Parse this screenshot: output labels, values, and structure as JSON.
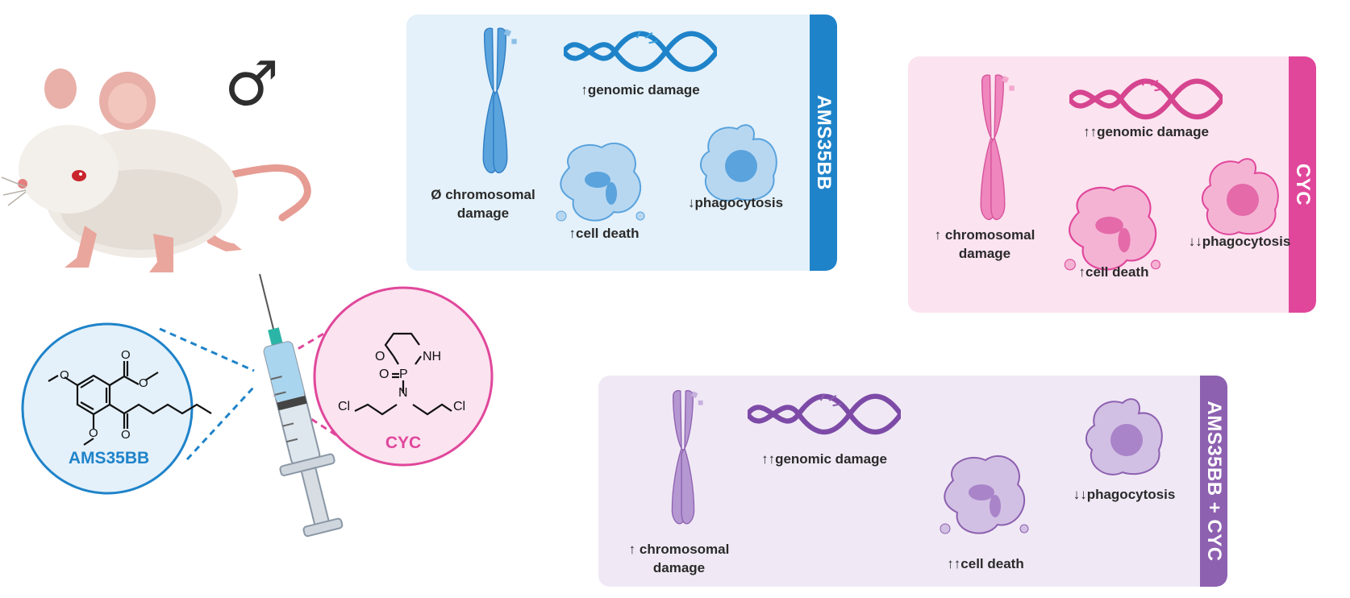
{
  "colors": {
    "blue_accent": "#1f83c9",
    "blue_bg": "#e4f1fa",
    "pink_accent": "#e0479b",
    "pink_bg": "#fbe3ef",
    "purple_accent": "#8d60b0",
    "purple_bg": "#f0e9f5"
  },
  "subject": {
    "sex_symbol": "♂",
    "icon": "mouse-icon"
  },
  "compounds": {
    "ams35bb": {
      "name": "AMS35BB",
      "structure_icon": "ams35bb-structure-icon"
    },
    "cyc": {
      "name": "CYC",
      "atoms": {
        "o_ring": "O",
        "nh": "NH",
        "o_double": "O",
        "p": "P",
        "n": "N",
        "cl_left": "Cl",
        "cl_right": "Cl"
      }
    }
  },
  "panels": {
    "ams35bb": {
      "title": "AMS35BB",
      "genomic": "↑genomic damage",
      "chromosomal": "Ø chromosomal damage",
      "cell_death": "↑cell death",
      "phagocytosis": "↓phagocytosis"
    },
    "cyc": {
      "title": "CYC",
      "genomic": "↑↑genomic damage",
      "chromosomal": "↑ chromosomal damage",
      "cell_death": "↑cell death",
      "phagocytosis": "↓↓phagocytosis"
    },
    "combo": {
      "title": "AMS35BB + CYC",
      "genomic": "↑↑genomic damage",
      "chromosomal": "↑ chromosomal damage",
      "cell_death": "↑↑cell death",
      "phagocytosis": "↓↓phagocytosis"
    }
  }
}
